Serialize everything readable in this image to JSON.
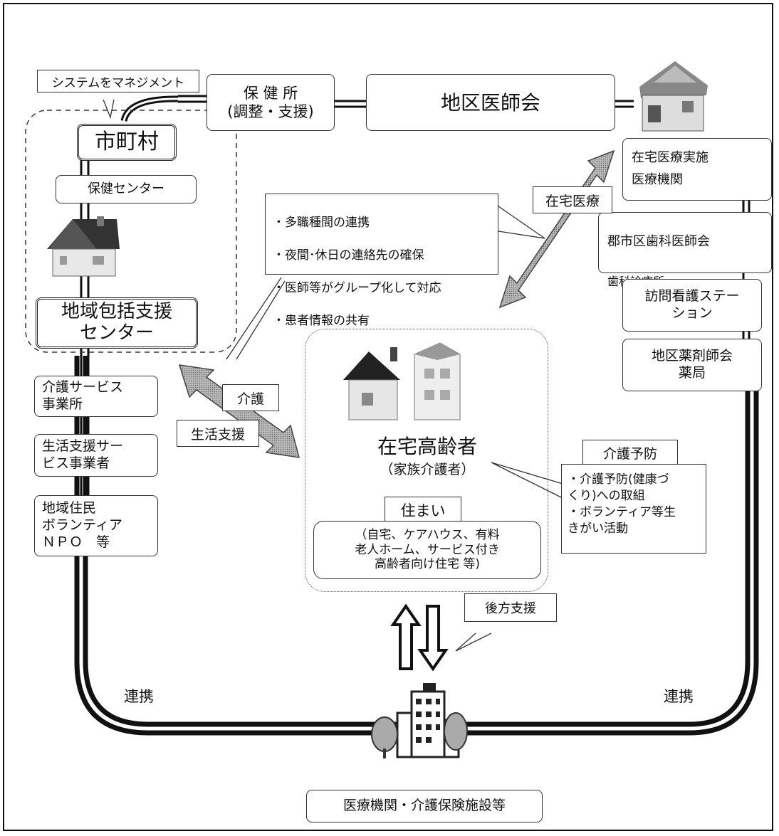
{
  "callouts": {
    "system_management": "システムをマネジメント",
    "coordination": [
      "・多職種間の連携",
      "・夜間･休日の連絡先の確保",
      "・医師等がグループ化して対応",
      "・患者情報の共有"
    ],
    "backup_support": "後方支援",
    "care_prevention_text": "・介護予防(健康づ\nくり)への取組\n・ボランティア等生\nきがい活動"
  },
  "top": {
    "health_center_line1": "保 健 所",
    "health_center_line2": "(調整・支援)",
    "district_medical_assoc": "地区医師会"
  },
  "left": {
    "municipality": "市町村",
    "health_center": "保健センター",
    "community_support": "地域包括支援\nセンター",
    "care_service": "介護サービス\n事業所",
    "life_support": "生活支援サー\nビス事業者",
    "residents": "地域住民\nボランティア\nＮＰＯ　等"
  },
  "right": {
    "home_medical": "在宅医療実施\n医療機関",
    "dental": "郡市区歯科医師会",
    "dental_clinic": "歯科診療所",
    "nursing": "訪問看護ステー\nション",
    "pharmacy": "地区薬剤師会\n薬局"
  },
  "labels": {
    "home_medical_care": "在宅医療",
    "care": "介護",
    "life_support": "生活支援",
    "care_prevention": "介護予防",
    "housing": "住まい",
    "link_left": "連携",
    "link_right": "連携"
  },
  "center": {
    "elderly": "在宅高齢者",
    "family": "（家族介護者）",
    "housing_detail": "（自宅、ケアハウス、有料\n老人ホーム、サービス付き\n高齢者向け住宅 等)"
  },
  "bottom": {
    "institutions": "医療機関・介護保険施設等"
  }
}
